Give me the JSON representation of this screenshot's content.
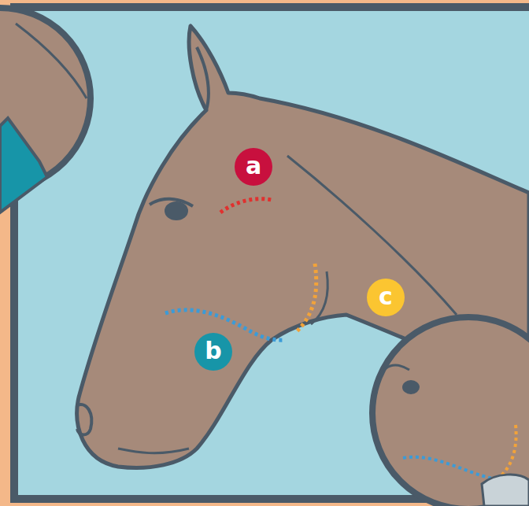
{
  "diagram": {
    "nodes": [
      {
        "text": [
          "a"
        ]
      },
      {
        "text": [
          "c"
        ]
      },
      {
        "text": [
          "b"
        ]
      }
    ]
  }
}
